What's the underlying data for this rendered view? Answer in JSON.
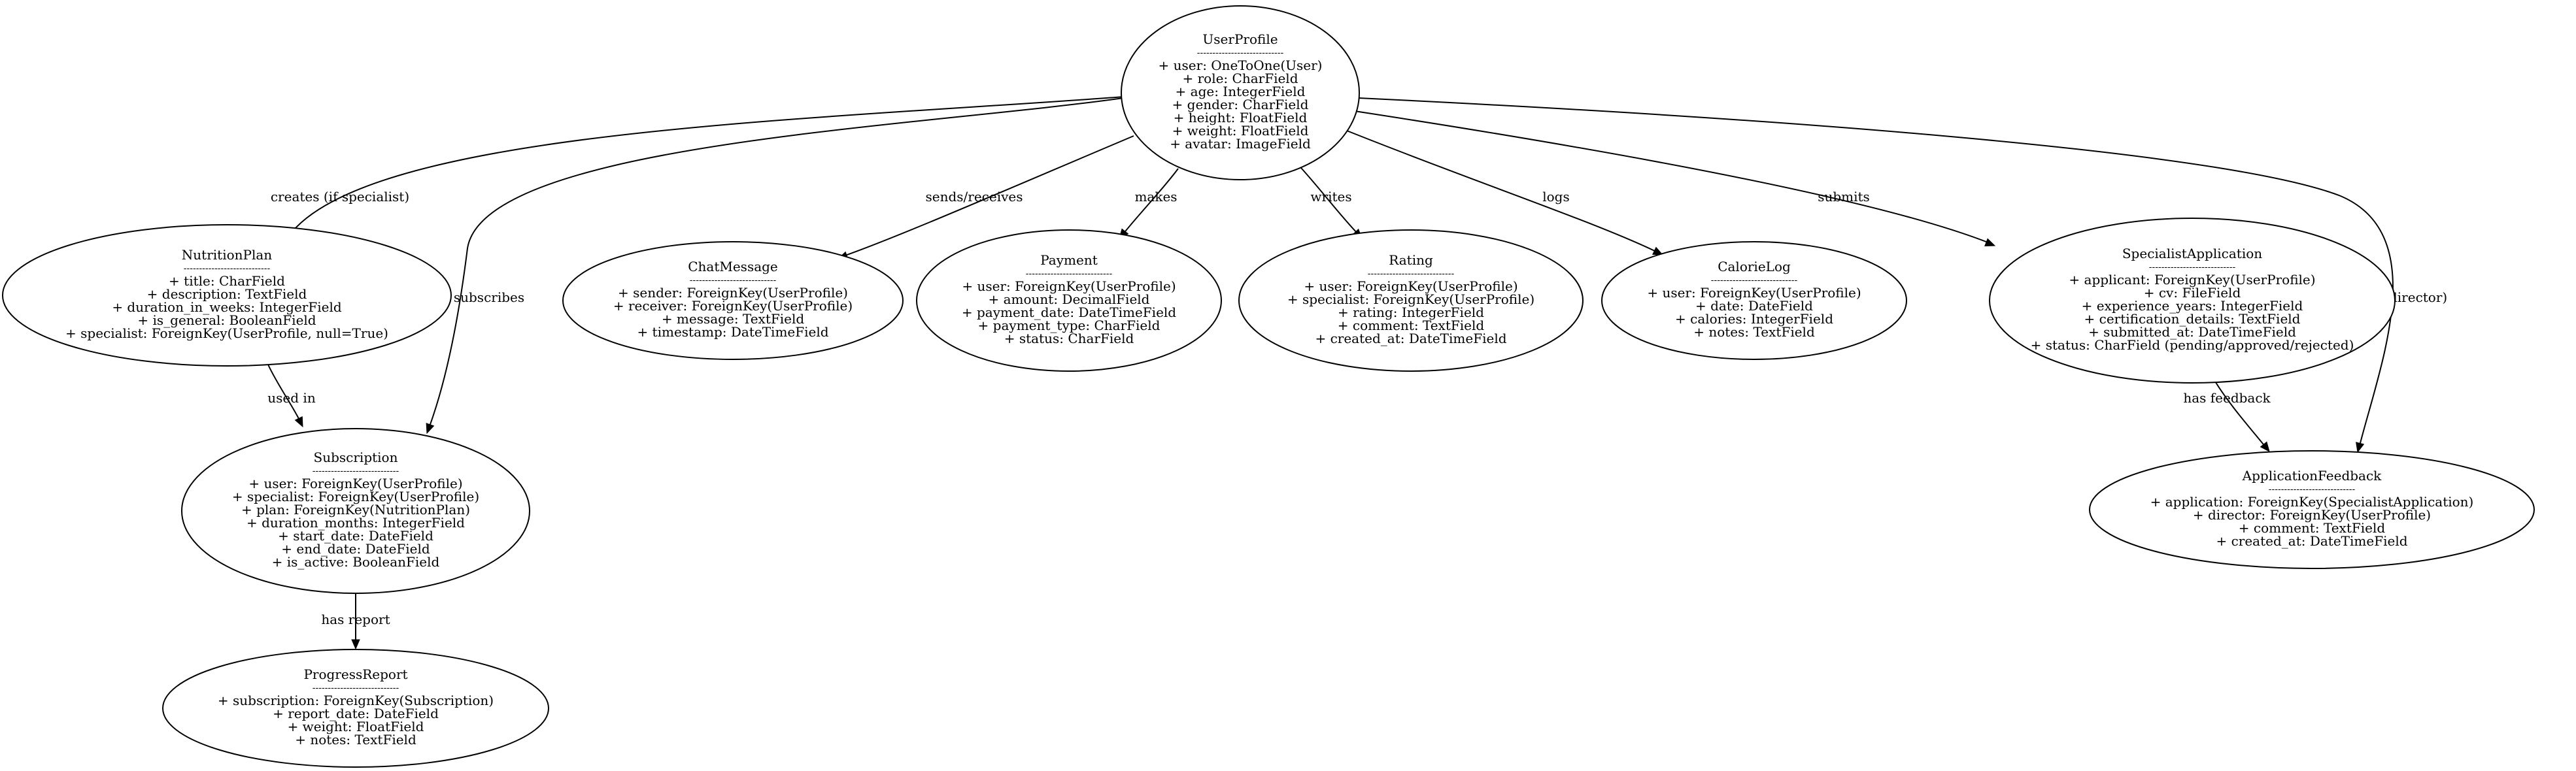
{
  "diagram": {
    "separator": "----------------------------",
    "nodes": [
      {
        "id": "UserProfile",
        "title": "UserProfile",
        "fields": [
          "+ user: OneToOne(User)",
          "+ role: CharField",
          "+ age: IntegerField",
          "+ gender: CharField",
          "+ height: FloatField",
          "+ weight: FloatField",
          "+ avatar: ImageField"
        ]
      },
      {
        "id": "NutritionPlan",
        "title": "NutritionPlan",
        "fields": [
          "+ title: CharField",
          "+ description: TextField",
          "+ duration_in_weeks: IntegerField",
          "+ is_general: BooleanField",
          "+ specialist: ForeignKey(UserProfile, null=True)"
        ]
      },
      {
        "id": "ChatMessage",
        "title": "ChatMessage",
        "fields": [
          "+ sender: ForeignKey(UserProfile)",
          "+ receiver: ForeignKey(UserProfile)",
          "+ message: TextField",
          "+ timestamp: DateTimeField"
        ]
      },
      {
        "id": "Payment",
        "title": "Payment",
        "fields": [
          "+ user: ForeignKey(UserProfile)",
          "+ amount: DecimalField",
          "+ payment_date: DateTimeField",
          "+ payment_type: CharField",
          "+ status: CharField"
        ]
      },
      {
        "id": "Rating",
        "title": "Rating",
        "fields": [
          "+ user: ForeignKey(UserProfile)",
          "+ specialist: ForeignKey(UserProfile)",
          "+ rating: IntegerField",
          "+ comment: TextField",
          "+ created_at: DateTimeField"
        ]
      },
      {
        "id": "CalorieLog",
        "title": "CalorieLog",
        "fields": [
          "+ user: ForeignKey(UserProfile)",
          "+ date: DateField",
          "+ calories: IntegerField",
          "+ notes: TextField"
        ]
      },
      {
        "id": "SpecialistApplication",
        "title": "SpecialistApplication",
        "fields": [
          "+ applicant: ForeignKey(UserProfile)",
          "+ cv: FileField",
          "+ experience_years: IntegerField",
          "+ certification_details: TextField",
          "+ submitted_at: DateTimeField",
          "+ status: CharField (pending/approved/rejected)"
        ]
      },
      {
        "id": "Subscription",
        "title": "Subscription",
        "fields": [
          "+ user: ForeignKey(UserProfile)",
          "+ specialist: ForeignKey(UserProfile)",
          "+ plan: ForeignKey(NutritionPlan)",
          "+ duration_months: IntegerField",
          "+ start_date: DateField",
          "+ end_date: DateField",
          "+ is_active: BooleanField"
        ]
      },
      {
        "id": "ApplicationFeedback",
        "title": "ApplicationFeedback",
        "fields": [
          "+ application: ForeignKey(SpecialistApplication)",
          "+ director: ForeignKey(UserProfile)",
          "+ comment: TextField",
          "+ created_at: DateTimeField"
        ]
      },
      {
        "id": "ProgressReport",
        "title": "ProgressReport",
        "fields": [
          "+ subscription: ForeignKey(Subscription)",
          "+ report_date: DateField",
          "+ weight: FloatField",
          "+ notes: TextField"
        ]
      }
    ],
    "edges": [
      {
        "from": "UserProfile",
        "to": "NutritionPlan",
        "label": "creates (if specialist)"
      },
      {
        "from": "UserProfile",
        "to": "Subscription",
        "label": "subscribes"
      },
      {
        "from": "UserProfile",
        "to": "ChatMessage",
        "label": "sends/receives"
      },
      {
        "from": "UserProfile",
        "to": "Payment",
        "label": "makes"
      },
      {
        "from": "UserProfile",
        "to": "Rating",
        "label": "writes"
      },
      {
        "from": "UserProfile",
        "to": "CalorieLog",
        "label": "logs"
      },
      {
        "from": "UserProfile",
        "to": "SpecialistApplication",
        "label": "submits"
      },
      {
        "from": "UserProfile",
        "to": "ApplicationFeedback",
        "label": "gives feedback (if director)"
      },
      {
        "from": "NutritionPlan",
        "to": "Subscription",
        "label": "used in"
      },
      {
        "from": "SpecialistApplication",
        "to": "ApplicationFeedback",
        "label": "has feedback"
      },
      {
        "from": "Subscription",
        "to": "ProgressReport",
        "label": "has report"
      }
    ]
  }
}
